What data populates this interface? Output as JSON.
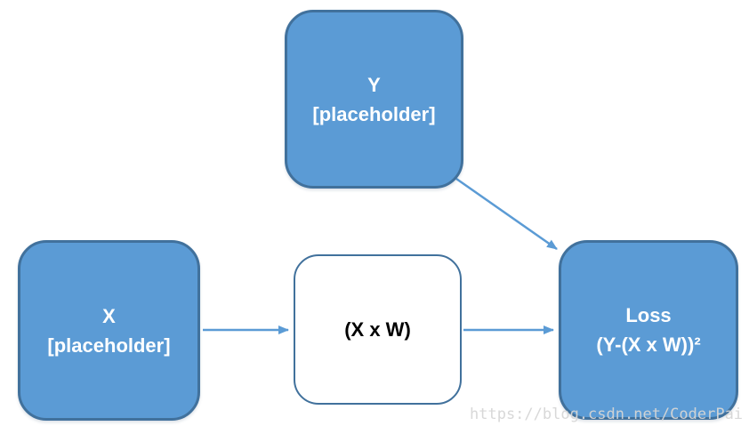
{
  "diagram": {
    "nodes": {
      "y": {
        "id": "y",
        "line1": "Y",
        "line2": "[placeholder]"
      },
      "x": {
        "id": "x",
        "line1": "X",
        "line2": "[placeholder]"
      },
      "xw": {
        "id": "xw",
        "line1": "(X x W)",
        "line2": ""
      },
      "loss": {
        "id": "loss",
        "line1": "Loss",
        "line2": "(Y-(X x W))²"
      }
    },
    "edges": [
      {
        "from": "x",
        "to": "xw"
      },
      {
        "from": "xw",
        "to": "loss"
      },
      {
        "from": "y",
        "to": "loss"
      }
    ],
    "colors": {
      "node_fill": "#5B9BD5",
      "node_border": "#41719C",
      "op_fill": "#FFFFFF",
      "node_text": "#FFFFFF",
      "op_text": "#000000",
      "arrow": "#5B9BD5",
      "watermark_text": "#D6D6D6"
    },
    "watermark": "https://blog.csdn.net/CoderPai"
  }
}
